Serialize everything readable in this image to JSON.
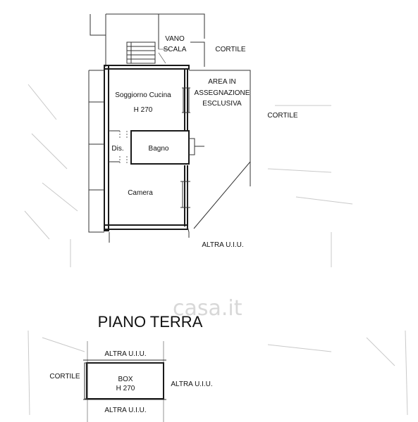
{
  "labels": {
    "vano_scala": [
      "VANO",
      "SCALA"
    ],
    "cortile_top": "CORTILE",
    "area": [
      "AREA IN",
      "ASSEGNAZIONE",
      "ESCLUSIVA"
    ],
    "cortile_right": "CORTILE",
    "soggiorno": "Soggiorno Cucina",
    "soggiorno_h": "H 270",
    "dis": "Dis.",
    "bagno": "Bagno",
    "camera": "Camera",
    "altra_uiu_mid": "ALTRA U.I.U.",
    "title": "PIANO TERRA",
    "watermark": "casa.it",
    "box_altra_top": "ALTRA U.I.U.",
    "box_cortile": "CORTILE",
    "box": "BOX",
    "box_h": "H 270",
    "box_altra_right": "ALTRA U.I.U.",
    "box_altra_bottom": "ALTRA U.I.U."
  }
}
